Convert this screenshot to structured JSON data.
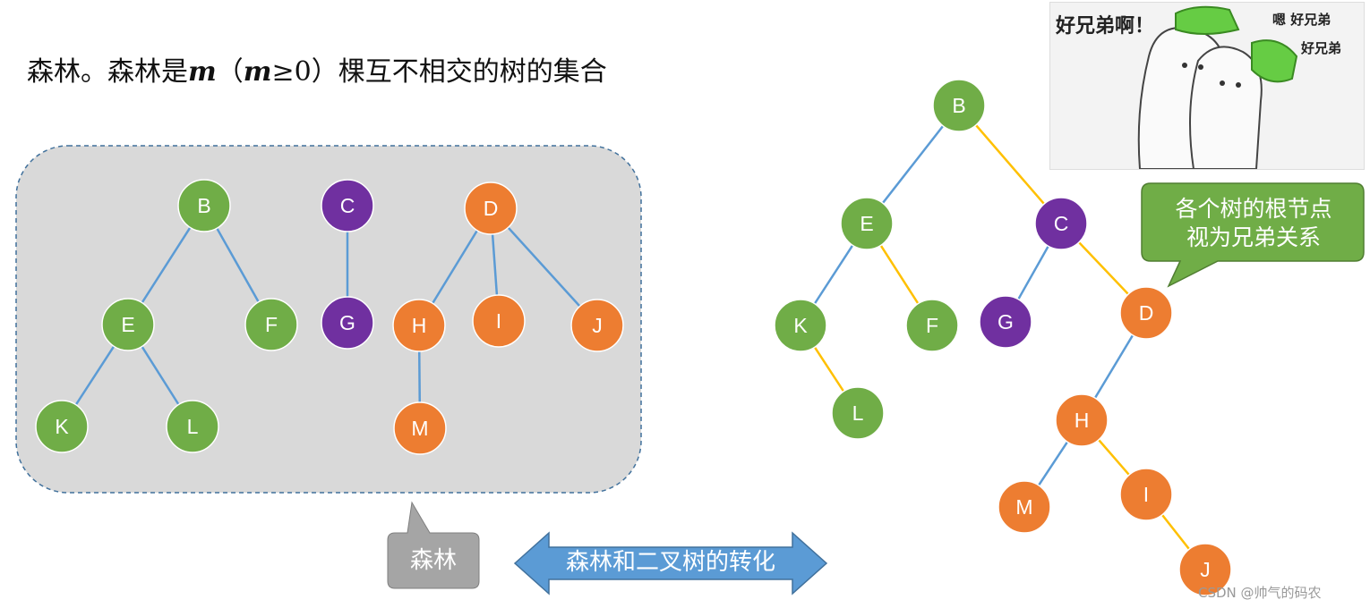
{
  "title": {
    "text1": "森林。森林是",
    "m1": "m",
    "text2": "（",
    "m2": "m",
    "text3": "≥0）棵互不相交的树的集合"
  },
  "meme": {
    "text_left": "好兄弟啊！",
    "text_right1": "嗯 好兄弟",
    "text_right2": "好兄弟"
  },
  "callout": {
    "text": "各个树的根节点\n视为兄弟关系"
  },
  "forest_label": "森林",
  "arrow_label": "森林和二叉树的转化",
  "credit": "CSDN @帅气的码农",
  "colors": {
    "green": "#70ad47",
    "purple": "#7030a0",
    "orange": "#ed7d31",
    "blue_edge": "#5b9bd5",
    "yellow_edge": "#ffc000",
    "forest_bg": "#d9d9d9",
    "callout_bg": "#70ad47",
    "arrow_bg": "#5b9bd5",
    "label_bg": "#a5a5a5"
  },
  "forest": {
    "nodes": [
      {
        "id": "B",
        "color": "green"
      },
      {
        "id": "E",
        "color": "green"
      },
      {
        "id": "F",
        "color": "green"
      },
      {
        "id": "K",
        "color": "green"
      },
      {
        "id": "L",
        "color": "green"
      },
      {
        "id": "C",
        "color": "purple"
      },
      {
        "id": "G",
        "color": "purple"
      },
      {
        "id": "D",
        "color": "orange"
      },
      {
        "id": "H",
        "color": "orange"
      },
      {
        "id": "I",
        "color": "orange"
      },
      {
        "id": "J",
        "color": "orange"
      },
      {
        "id": "M",
        "color": "orange"
      }
    ],
    "edges": [
      [
        "B",
        "E"
      ],
      [
        "B",
        "F"
      ],
      [
        "E",
        "K"
      ],
      [
        "E",
        "L"
      ],
      [
        "C",
        "G"
      ],
      [
        "D",
        "H"
      ],
      [
        "D",
        "I"
      ],
      [
        "D",
        "J"
      ],
      [
        "H",
        "M"
      ]
    ]
  },
  "binary_tree": {
    "nodes": [
      {
        "id": "B",
        "color": "green"
      },
      {
        "id": "E",
        "color": "green"
      },
      {
        "id": "C",
        "color": "purple"
      },
      {
        "id": "K",
        "color": "green"
      },
      {
        "id": "F",
        "color": "green"
      },
      {
        "id": "G",
        "color": "purple"
      },
      {
        "id": "D",
        "color": "orange"
      },
      {
        "id": "L",
        "color": "green"
      },
      {
        "id": "H",
        "color": "orange"
      },
      {
        "id": "M",
        "color": "orange"
      },
      {
        "id": "I",
        "color": "orange"
      },
      {
        "id": "J",
        "color": "orange"
      }
    ],
    "edges": [
      {
        "from": "B",
        "to": "E",
        "type": "child"
      },
      {
        "from": "B",
        "to": "C",
        "type": "sibling"
      },
      {
        "from": "E",
        "to": "K",
        "type": "child"
      },
      {
        "from": "E",
        "to": "F",
        "type": "sibling"
      },
      {
        "from": "K",
        "to": "L",
        "type": "sibling"
      },
      {
        "from": "C",
        "to": "G",
        "type": "child"
      },
      {
        "from": "C",
        "to": "D",
        "type": "sibling"
      },
      {
        "from": "D",
        "to": "H",
        "type": "child"
      },
      {
        "from": "H",
        "to": "M",
        "type": "child"
      },
      {
        "from": "H",
        "to": "I",
        "type": "sibling"
      },
      {
        "from": "I",
        "to": "J",
        "type": "sibling"
      }
    ]
  }
}
